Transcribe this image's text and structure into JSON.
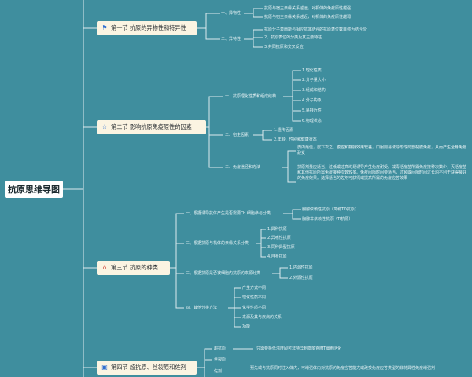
{
  "root": "抗原思维导图",
  "sections": [
    {
      "title": "第一节 抗原的异物性和特异性",
      "icon": "flag-icon",
      "children": [
        {
          "label": "一、异物性",
          "items": [
            "抗原与宿主亲缘关系越远，对机体的免疫原性越强",
            "抗原与宿主亲缘关系越近，对机体的免疫原性越弱"
          ]
        },
        {
          "label": "二、异特性",
          "items": [
            "抗原分子表面能与相应抗体结合的抗原表位数目称为结合价",
            "2、抗原表位的分类及其主要特征",
            "3.共同抗原和交叉反应"
          ]
        }
      ]
    },
    {
      "title": "第二节 影响抗原免疫原性的因素",
      "icon": "star-icon",
      "children": [
        {
          "label": "一、抗原理化性质和组成结构",
          "items": [
            "1.理化性质",
            "2.分子量大小",
            "3.组成和结构",
            "4.分子构象",
            "5.易接近性",
            "6.物理状态"
          ]
        },
        {
          "label": "二、宿主因素",
          "items": [
            "1.遗传因素",
            "2.年龄、性别和健康状态"
          ]
        },
        {
          "label": "三、免疫途径和方法",
          "items": [
            "皮内最佳，皮下次之，腹腔和静脉效果较差，口服则易诱导形成局部黏膜免疫，从而产生全身免疫耐受",
            "抗原剂量应适当，过低或过高均易诱导产生免疫耐受。减毒活疫苗所需免疫接种次数少，灭活疫苗和其他抗原所需免疫接种次数较多。免疫间隔时间要适当，过频或间隔时间过长均不利于获得良好的免疫效果。选择适当的佐剂可获得或提高所需的免疫应答效果"
          ]
        }
      ]
    },
    {
      "title": "第三节 抗原的种类",
      "icon": "home-icon",
      "children": [
        {
          "label": "一、根据诱导抗体产生是否需要Th 细胞参与分类",
          "items": [
            "胸腺依赖性抗原（简称TD抗原）",
            "胸腺非依赖性抗原（TI抗原）"
          ]
        },
        {
          "label": "二、根据抗原与机体的亲缘关系分类",
          "items": [
            "1.异种抗原",
            "2.异嗜性抗原",
            "3.同种异型抗原",
            "4.自身抗原"
          ]
        },
        {
          "label": "三、根据抗原是否被细胞内抗原的来源分类",
          "items": [
            "1.内源性抗原",
            "2.外源性抗原"
          ]
        },
        {
          "label": "四、其他分类方法",
          "items": [
            "产生方式不同",
            "理化性质不同",
            "化学性质不同",
            "来源及其与疾病的关系",
            "功能"
          ]
        }
      ]
    },
    {
      "title": "第四节 超抗原、丝裂原和佐剂",
      "icon": "bookmark-icon",
      "children": [
        {
          "label": "超抗原",
          "items": [
            "只需要极低浓度即可非特异刺激多克隆T细胞活化"
          ]
        },
        {
          "label": "丝裂原",
          "items": []
        },
        {
          "label": "佐剂",
          "items": [
            "预先或与抗原同时注入体内，可增强体内对抗原的免疫应答能力或改变免疫应答类型的非特异性免疫增强剂"
          ]
        }
      ]
    }
  ],
  "colors": {
    "background": "#3F8E9E",
    "node": "#FBF4E2",
    "line": "#DCEBEE",
    "text": "#EAF4F6"
  }
}
